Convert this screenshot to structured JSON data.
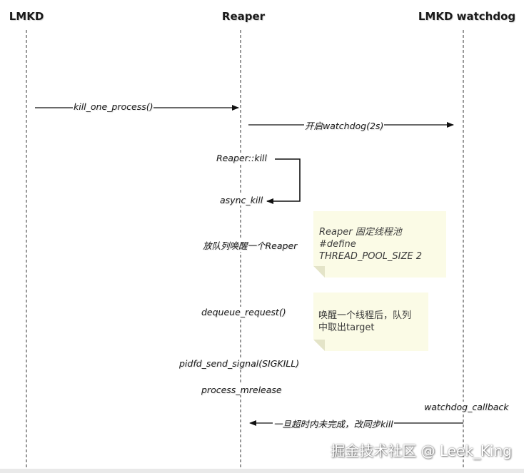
{
  "lanes": [
    {
      "id": "lmkd",
      "label": "LMKD"
    },
    {
      "id": "reaper",
      "label": "Reaper"
    },
    {
      "id": "watchdog",
      "label": "LMKD watchdog"
    }
  ],
  "messages": [
    {
      "id": "kill-one-process",
      "label": "kill_one_process()"
    },
    {
      "id": "start-watchdog",
      "label": "开启watchdog(2s)"
    },
    {
      "id": "reaper-kill",
      "label": "Reaper::kill"
    },
    {
      "id": "async-kill",
      "label": "async_kill"
    },
    {
      "id": "enqueue-wake",
      "label": "放队列唤醒一个Reaper"
    },
    {
      "id": "dequeue-request",
      "label": "dequeue_request()"
    },
    {
      "id": "pidfd-send-signal",
      "label": "pidfd_send_signal(SIGKILL)"
    },
    {
      "id": "process-mrelease",
      "label": "process_mrelease"
    },
    {
      "id": "watchdog-callback",
      "label": "watchdog_callback"
    },
    {
      "id": "fallback-sync-kill",
      "label": "一旦超时内未完成，改同步kill"
    }
  ],
  "notes": [
    {
      "id": "thread-pool",
      "lines": [
        "Reaper 固定线程池",
        "#define",
        "THREAD_POOL_SIZE 2"
      ]
    },
    {
      "id": "dequeue-target",
      "lines": [
        "唤醒一个线程后，队列",
        "中取出target"
      ]
    }
  ],
  "watermark": "掘金技术社区 @ Leek_King"
}
